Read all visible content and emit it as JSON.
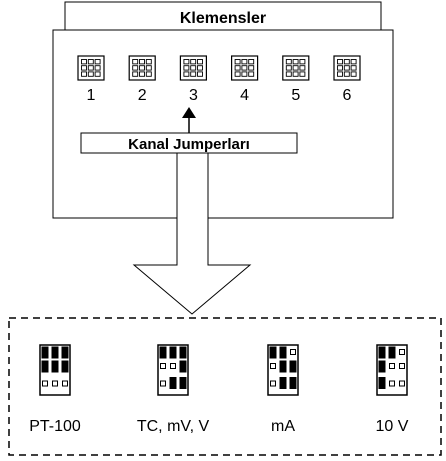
{
  "header": {
    "title": "Klemensler"
  },
  "channels": [
    "1",
    "2",
    "3",
    "4",
    "5",
    "6"
  ],
  "jumper_box": {
    "label": "Kanal Jumperları"
  },
  "configs": [
    {
      "label": "PT-100",
      "upper": [
        [
          1,
          1,
          1
        ],
        [
          1,
          1,
          1
        ]
      ],
      "lower": [
        0,
        0,
        0
      ]
    },
    {
      "label": "TC, mV, V",
      "upper": [
        [
          1,
          1,
          1
        ],
        [
          0,
          0,
          1
        ]
      ],
      "lower": [
        0,
        1,
        1
      ]
    },
    {
      "label": "mA",
      "upper": [
        [
          1,
          1,
          0
        ],
        [
          0,
          1,
          1
        ]
      ],
      "lower": [
        0,
        1,
        1
      ]
    },
    {
      "label": "10 V",
      "upper": [
        [
          1,
          1,
          0
        ],
        [
          1,
          0,
          0
        ]
      ],
      "lower": [
        1,
        0,
        0
      ]
    }
  ]
}
